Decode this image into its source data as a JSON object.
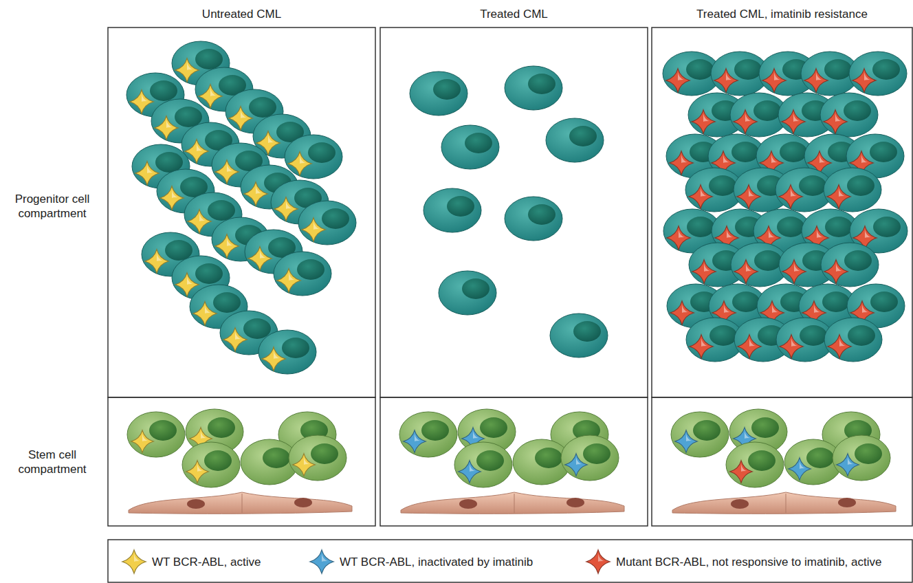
{
  "diagram": {
    "labels": [
      "Untreated CML",
      "Treated CML",
      "Treated CML, imatinib resistance",
      "Progenitor cell compartment",
      "Stem cell compartment"
    ],
    "legend": [
      {
        "text": "WT BCR-ABL, active",
        "color": "#f2cf4a"
      },
      {
        "text": "WT BCR-ABL, inactivated by imatinib",
        "color": "#4fa3d4"
      },
      {
        "text": "Mutant BCR-ABL, not responsive to imatinib, active",
        "color": "#e2553b"
      }
    ]
  }
}
